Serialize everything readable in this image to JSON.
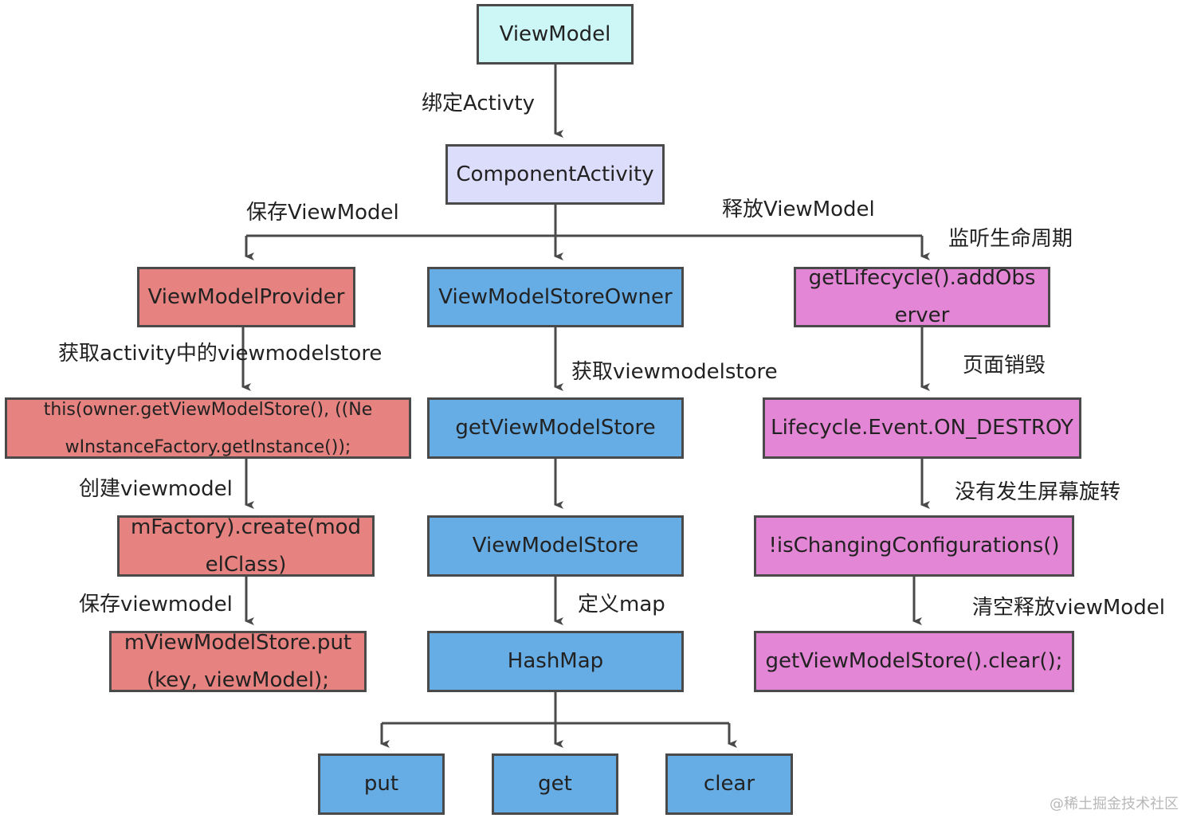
{
  "nodes": {
    "viewmodel": "ViewModel",
    "component_activity": "ComponentActivity",
    "viewmodel_provider": "ViewModelProvider",
    "viewmodel_store_owner": "ViewModelStoreOwner",
    "get_lifecycle_add_observer": "getLifecycle().addObserver",
    "this_owner": "this(owner.getViewModelStore(), ((NewInstanceFactory.getInstance());",
    "get_viewmodel_store": "getViewModelStore",
    "lifecycle_on_destroy": "Lifecycle.Event.ON_DESTROY",
    "mfactory_create": "mFactory).create(modelClass)",
    "viewmodel_store": "ViewModelStore",
    "is_changing_configurations": "!isChangingConfigurations()",
    "mviewmodelstore_put": "mViewModelStore.put(key, viewModel);",
    "hashmap": "HashMap",
    "get_viewmodel_store_clear": "getViewModelStore().clear();",
    "put": "put",
    "get": "get",
    "clear": "clear"
  },
  "edge_labels": {
    "bind_activity": "绑定Activty",
    "save_viewmodel": "保存ViewModel",
    "release_viewmodel": "释放ViewModel",
    "listen_lifecycle": "监听生命周期",
    "get_activity_store": "获取activity中的viewmodelstore",
    "get_viewmodelstore": "获取viewmodelstore",
    "page_destroy": "页面销毁",
    "create_viewmodel": "创建viewmodel",
    "no_rotation": "没有发生屏幕旋转",
    "save_viewmodel_lower": "保存viewmodel",
    "define_map": "定义map",
    "clear_release_viewmodel": "清空释放viewModel"
  },
  "watermark": "@稀土掘金技术社区",
  "colors": {
    "cyan": "#cdf6f6",
    "lavender": "#dcdcfb",
    "red": "#e6827f",
    "blue": "#66ade5",
    "pink": "#e486d6",
    "border": "#4a4a4a"
  }
}
